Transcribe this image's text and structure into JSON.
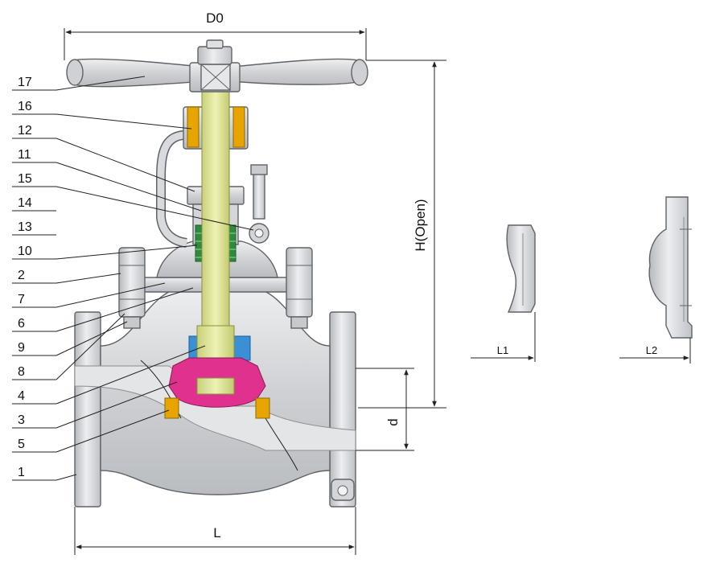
{
  "diagram": {
    "dimensions": {
      "top_width": "D0",
      "height_open": "H(Open)",
      "length": "L",
      "bore": "d",
      "end_length_1": "L1",
      "end_length_2": "L2"
    },
    "part_labels": [
      "17",
      "16",
      "12",
      "11",
      "15",
      "14",
      "13",
      "10",
      "2",
      "7",
      "6",
      "9",
      "8",
      "4",
      "3",
      "5",
      "1"
    ],
    "colors": {
      "body": "#d9dadc",
      "stem": "#dfe59a",
      "packing": "#2e8b3e",
      "disc": "#e0318f",
      "seat_ring": "#e8a400",
      "nut": "#3a8fd6",
      "line": "#222222"
    }
  }
}
